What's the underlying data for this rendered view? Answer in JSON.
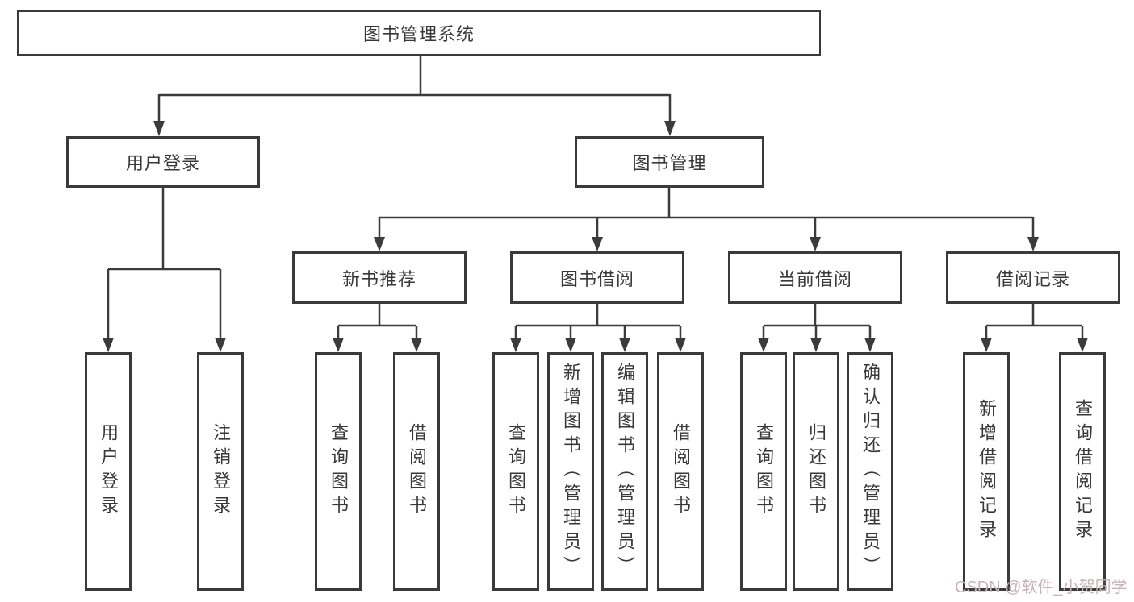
{
  "diagram": {
    "root": {
      "label": "图书管理系统"
    },
    "user_login": {
      "label": "用户登录",
      "children": [
        {
          "label": "用户登录"
        },
        {
          "label": "注销登录"
        }
      ]
    },
    "book_mgmt": {
      "label": "图书管理",
      "children": [
        {
          "label": "新书推荐",
          "children": [
            {
              "label": "查询图书"
            },
            {
              "label": "借阅图书"
            }
          ]
        },
        {
          "label": "图书借阅",
          "children": [
            {
              "label": "查询图书"
            },
            {
              "label": "新增图书（管理员）"
            },
            {
              "label": "编辑图书（管理员）"
            },
            {
              "label": "借阅图书"
            }
          ]
        },
        {
          "label": "当前借阅",
          "children": [
            {
              "label": "查询图书"
            },
            {
              "label": "归还图书"
            },
            {
              "label": "确认归还（管理员）"
            }
          ]
        },
        {
          "label": "借阅记录",
          "children": [
            {
              "label": "新增借阅记录"
            },
            {
              "label": "查询借阅记录"
            }
          ]
        }
      ]
    }
  },
  "watermark": {
    "text": "CSDN @软件_小贺同学",
    "color": "#c6b3b8"
  },
  "colors": {
    "line": "#3b3b3b",
    "box_border": "#3a3a3a",
    "text": "#333333",
    "background": "#ffffff"
  }
}
